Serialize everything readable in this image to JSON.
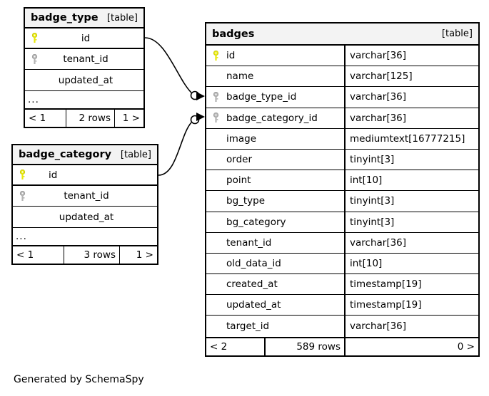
{
  "diagram": {
    "caption": "Generated by SchemaSpy",
    "type_label": "[table]",
    "key_icons": {
      "primary": "primary-key-icon",
      "foreign": "foreign-key-icon"
    },
    "colors": {
      "primary_key": "#e8e80d",
      "foreign_key": "#b4b4b4",
      "header_bg": "#f3f3f3",
      "border": "#000000",
      "background": "#ffffff"
    }
  },
  "tables": [
    {
      "id": "badge_type",
      "name": "badge_type",
      "type_label": "[table]",
      "columns": [
        {
          "name": "id",
          "key": "primary"
        },
        {
          "name": "tenant_id",
          "key": "foreign"
        },
        {
          "name": "updated_at",
          "key": "none"
        }
      ],
      "ellipsis": "...",
      "footer": {
        "prev": "< 1",
        "rows": "2 rows",
        "next": "1 >"
      }
    },
    {
      "id": "badge_category",
      "name": "badge_category",
      "type_label": "[table]",
      "columns": [
        {
          "name": "id",
          "key": "primary"
        },
        {
          "name": "tenant_id",
          "key": "foreign"
        },
        {
          "name": "updated_at",
          "key": "none"
        }
      ],
      "ellipsis": "...",
      "footer": {
        "prev": "< 1",
        "rows": "3 rows",
        "next": "1 >"
      }
    },
    {
      "id": "badges",
      "name": "badges",
      "type_label": "[table]",
      "columns": [
        {
          "name": "id",
          "type": "varchar[36]",
          "key": "primary"
        },
        {
          "name": "name",
          "type": "varchar[125]",
          "key": "none"
        },
        {
          "name": "badge_type_id",
          "type": "varchar[36]",
          "key": "foreign"
        },
        {
          "name": "badge_category_id",
          "type": "varchar[36]",
          "key": "foreign"
        },
        {
          "name": "image",
          "type": "mediumtext[16777215]",
          "key": "none"
        },
        {
          "name": "order",
          "type": "tinyint[3]",
          "key": "none"
        },
        {
          "name": "point",
          "type": "int[10]",
          "key": "none"
        },
        {
          "name": "bg_type",
          "type": "tinyint[3]",
          "key": "none"
        },
        {
          "name": "bg_category",
          "type": "tinyint[3]",
          "key": "none"
        },
        {
          "name": "tenant_id",
          "type": "varchar[36]",
          "key": "none"
        },
        {
          "name": "old_data_id",
          "type": "int[10]",
          "key": "none"
        },
        {
          "name": "created_at",
          "type": "timestamp[19]",
          "key": "none"
        },
        {
          "name": "updated_at",
          "type": "timestamp[19]",
          "key": "none"
        },
        {
          "name": "target_id",
          "type": "varchar[36]",
          "key": "none"
        }
      ],
      "footer": {
        "prev": "< 2",
        "rows": "589 rows",
        "next": "0 >"
      }
    }
  ],
  "relationships": [
    {
      "from": "badge_type.id",
      "to": "badges.badge_type_id"
    },
    {
      "from": "badge_category.id",
      "to": "badges.badge_category_id"
    }
  ]
}
